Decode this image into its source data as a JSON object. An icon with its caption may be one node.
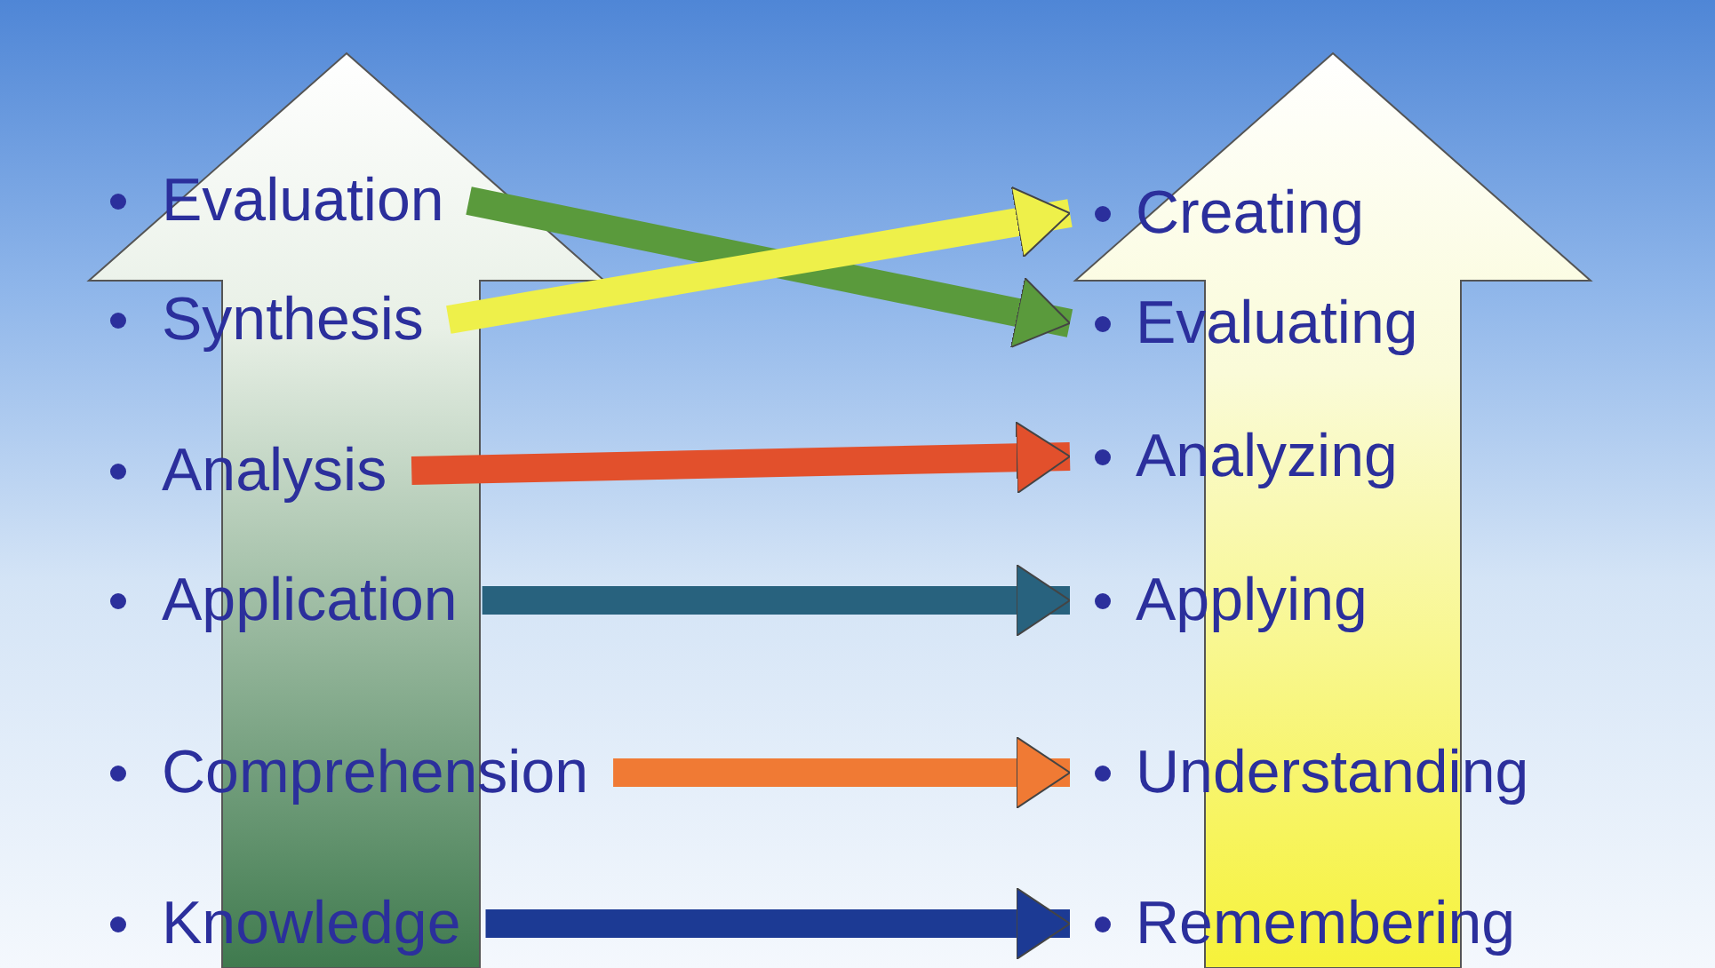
{
  "diagram": {
    "nodes": [
      {
        "text": [
          "Evaluation"
        ]
      },
      {
        "text": [
          "Synthesis"
        ]
      },
      {
        "text": [
          "Analysis"
        ]
      },
      {
        "text": [
          "Application"
        ]
      },
      {
        "text": [
          "Comprehension"
        ]
      },
      {
        "text": [
          "Knowledge"
        ]
      },
      {
        "text": [
          "Creating"
        ]
      },
      {
        "text": [
          "Evaluating"
        ]
      },
      {
        "text": [
          "Analyzing"
        ]
      },
      {
        "text": [
          "Applying"
        ]
      },
      {
        "text": [
          "Understanding"
        ]
      },
      {
        "text": [
          "Remembering"
        ]
      }
    ],
    "edges": [
      {
        "from": 0,
        "to": 7,
        "arrow": "to",
        "color": "#5a9a3c"
      },
      {
        "from": 1,
        "to": 6,
        "arrow": "to",
        "color": "#eef04a"
      },
      {
        "from": 2,
        "to": 8,
        "arrow": "to",
        "color": "#e2502c"
      },
      {
        "from": 3,
        "to": 9,
        "arrow": "to",
        "color": "#28627e"
      },
      {
        "from": 4,
        "to": 10,
        "arrow": "to",
        "color": "#f07a34"
      },
      {
        "from": 5,
        "to": 11,
        "arrow": "to",
        "color": "#1c3a94"
      }
    ]
  }
}
